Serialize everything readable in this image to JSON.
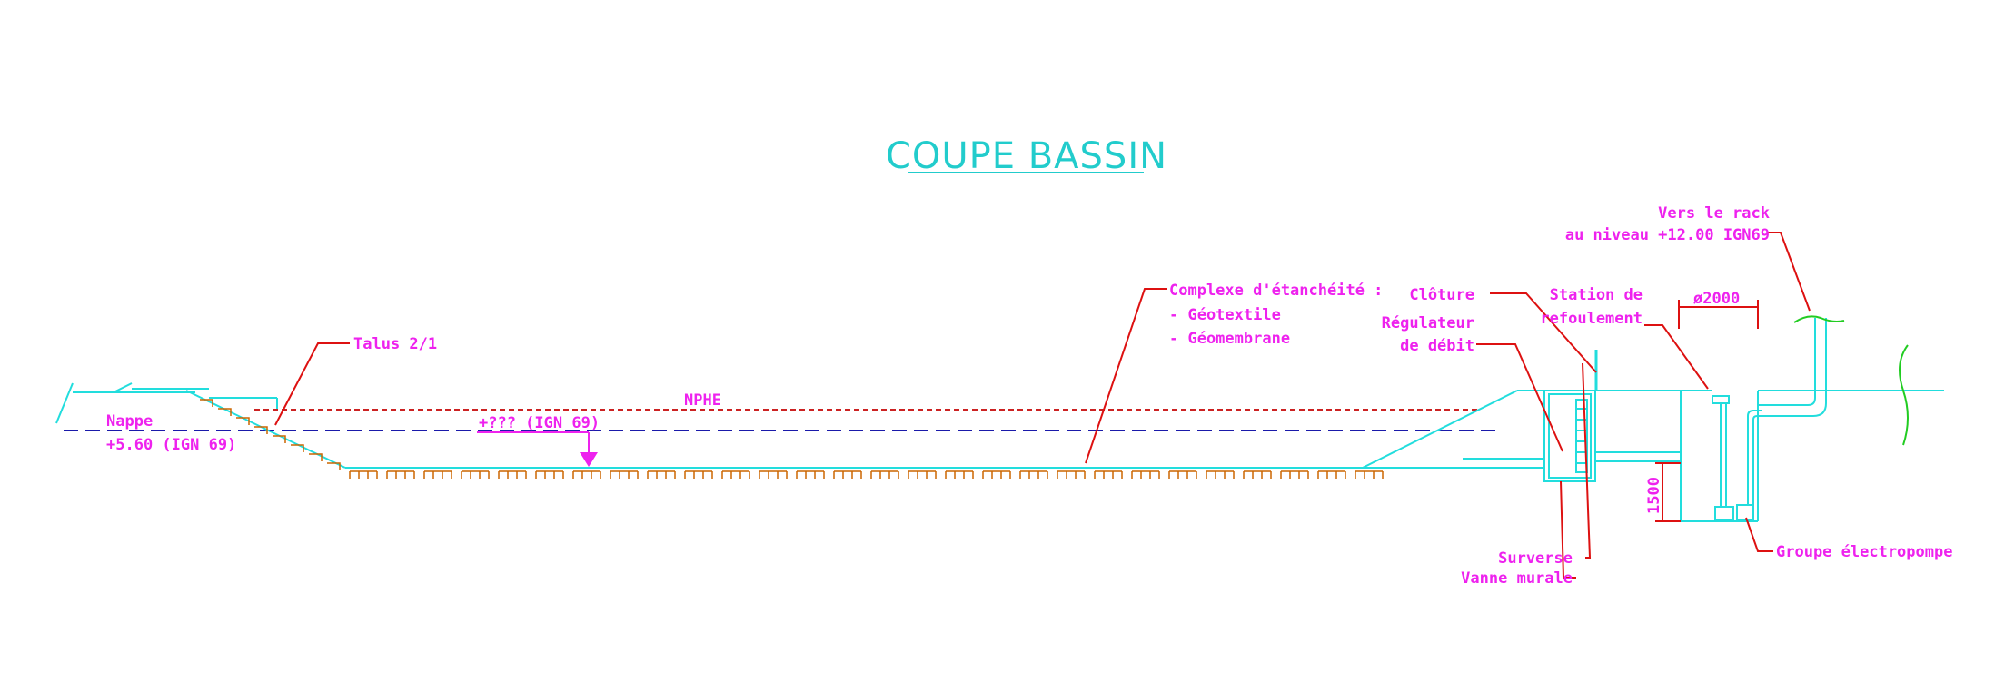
{
  "title": "COUPE BASSIN",
  "colors": {
    "structure": "#22dddd",
    "leader": "#dd1111",
    "label": "#ee22ee",
    "water_level": "#1a1aaa",
    "nphe_line": "#cc2222",
    "soil": "#cc6600",
    "break_line": "#22cc22"
  },
  "labels": {
    "talus": "Talus 2/1",
    "nappe": "Nappe",
    "nappe_level": "+5.60 (IGN 69)",
    "nphe": "NPHE",
    "bottom_level": "+??? (IGN 69)",
    "complexe_title": "Complexe d'étanchéité :",
    "complexe_item1": "- Géotextile",
    "complexe_item2": "- Géomembrane",
    "cloture": "Clôture",
    "regulateur_line1": "Régulateur",
    "regulateur_line2": "de débit",
    "station_line1": "Station de",
    "station_line2": "refoulement",
    "diameter": "ø2000",
    "rack_line1": "Vers le rack",
    "rack_line2": "au niveau +12.00 IGN69",
    "depth": "1500",
    "surverse": "Surverse",
    "vanne": "Vanne murale",
    "groupe": "Groupe électropompe"
  }
}
